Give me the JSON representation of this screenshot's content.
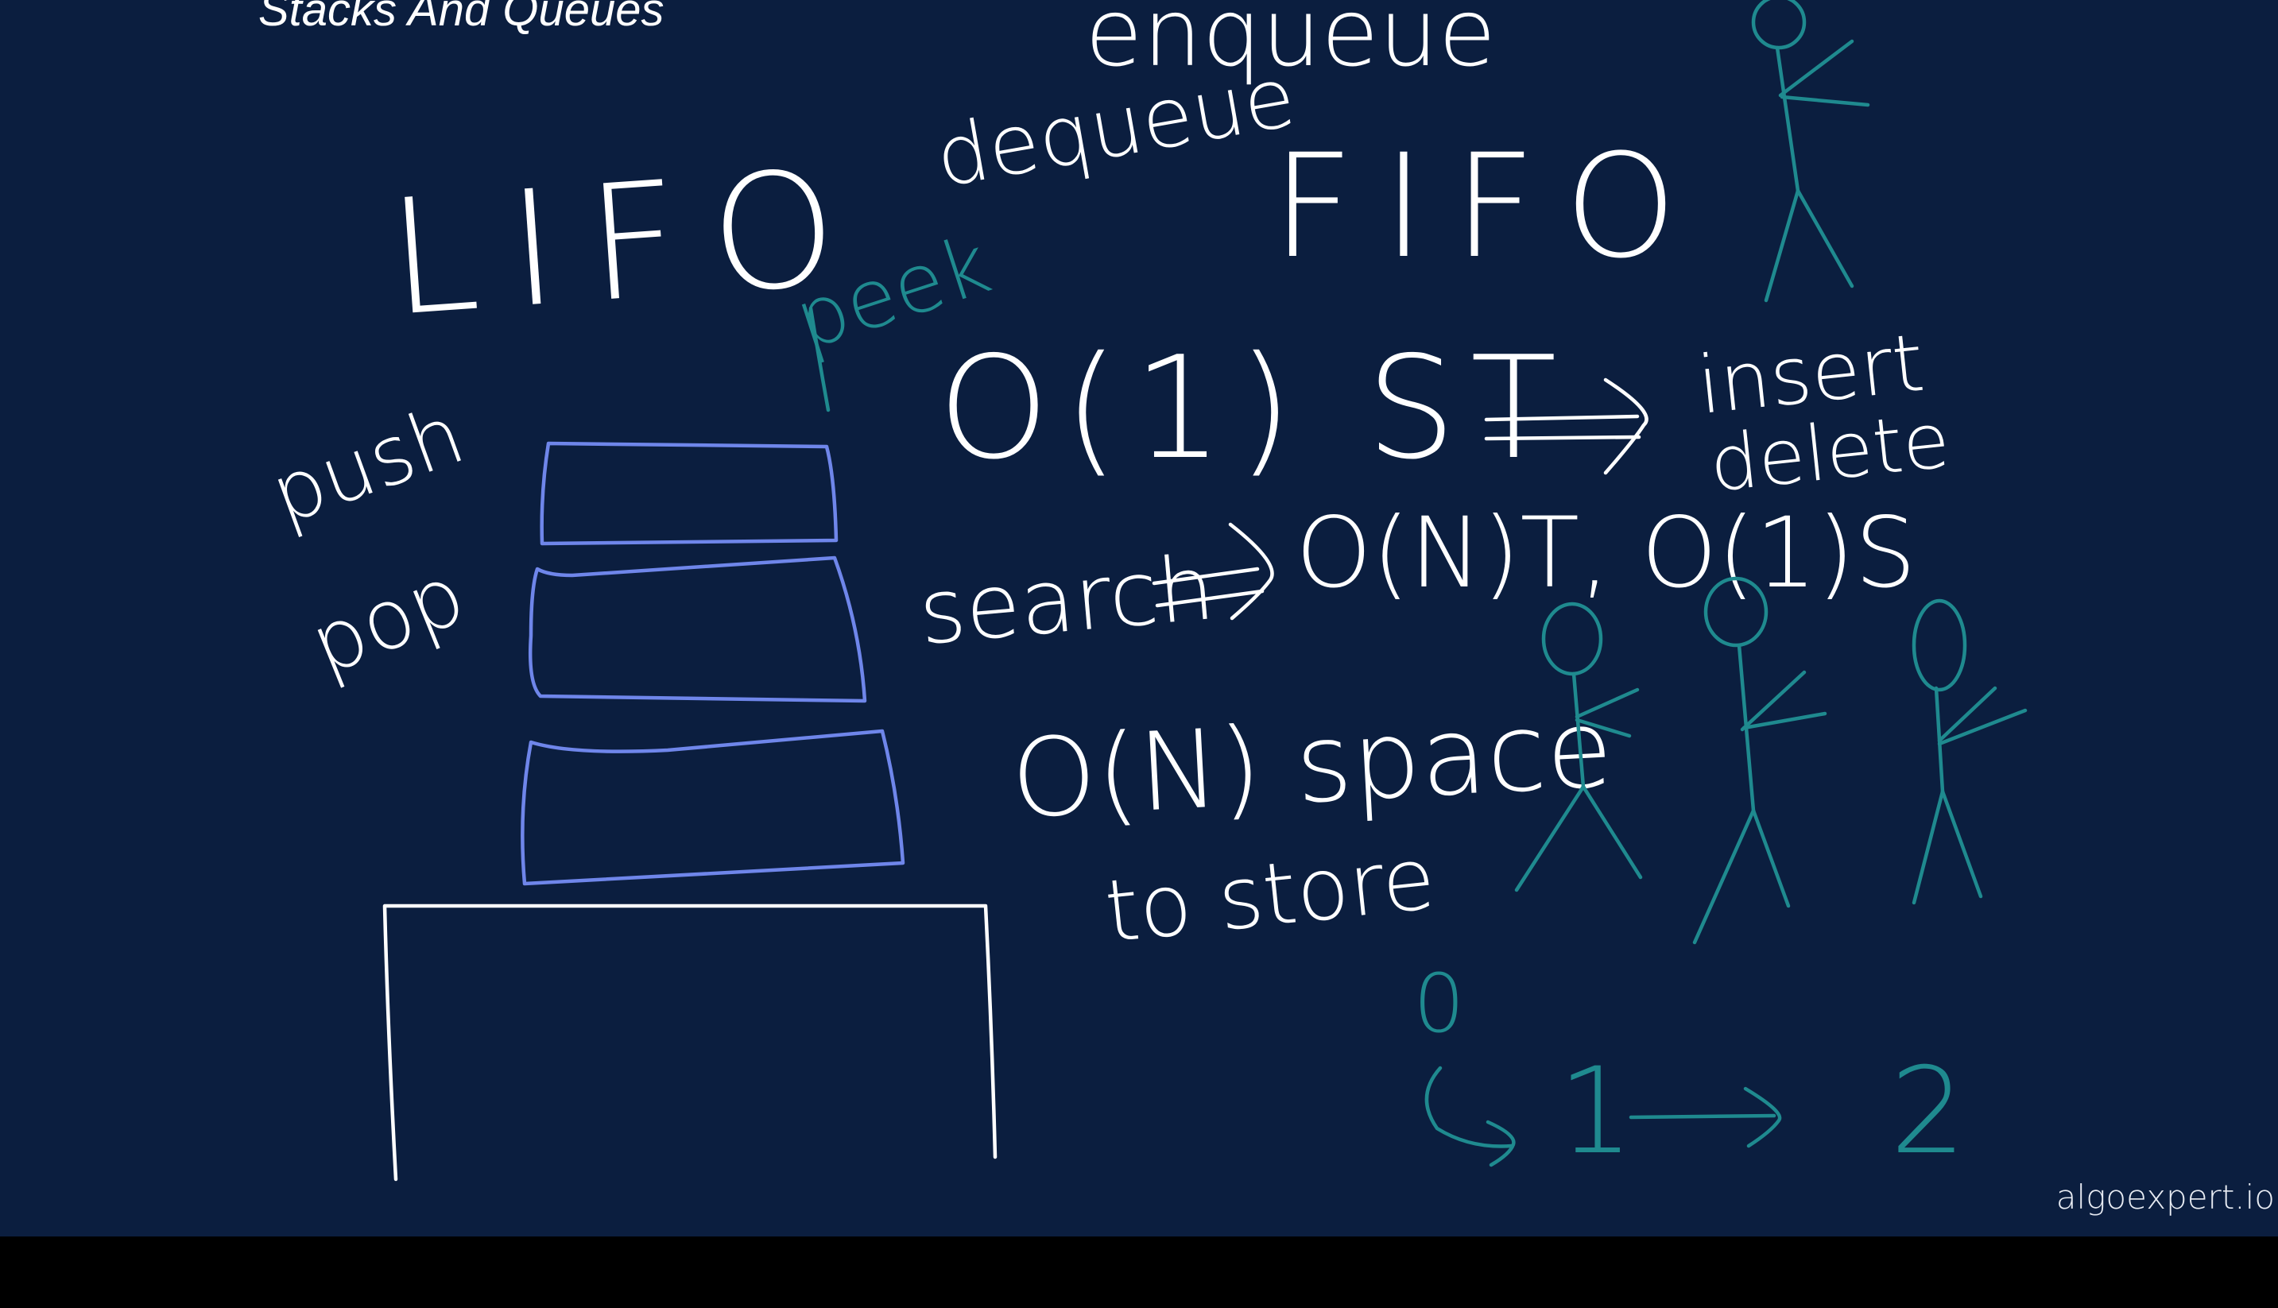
{
  "slide": {
    "title": "Stacks And Queues",
    "watermark": "algoexpert.io"
  },
  "board_text": {
    "enqueue": "enqueue",
    "dequeue": "dequeue",
    "lifo": "LIFO",
    "fifo": "FIFO",
    "peek": "peek",
    "push": "push",
    "pop": "pop",
    "complexity": "O(1) ST",
    "insert": "insert",
    "delete": "delete",
    "search": "search",
    "search_complexity": "O(N)T, O(1)S",
    "space": "O(N) space",
    "to_store": "to store",
    "queue_index_0": "0",
    "queue_index_1": "1",
    "queue_index_2": "2"
  },
  "colors": {
    "board": "#0b1e3f",
    "chalk_white": "#ffffff",
    "stack_blue": "#6f86ea",
    "queue_teal": "#1f8a8f"
  }
}
